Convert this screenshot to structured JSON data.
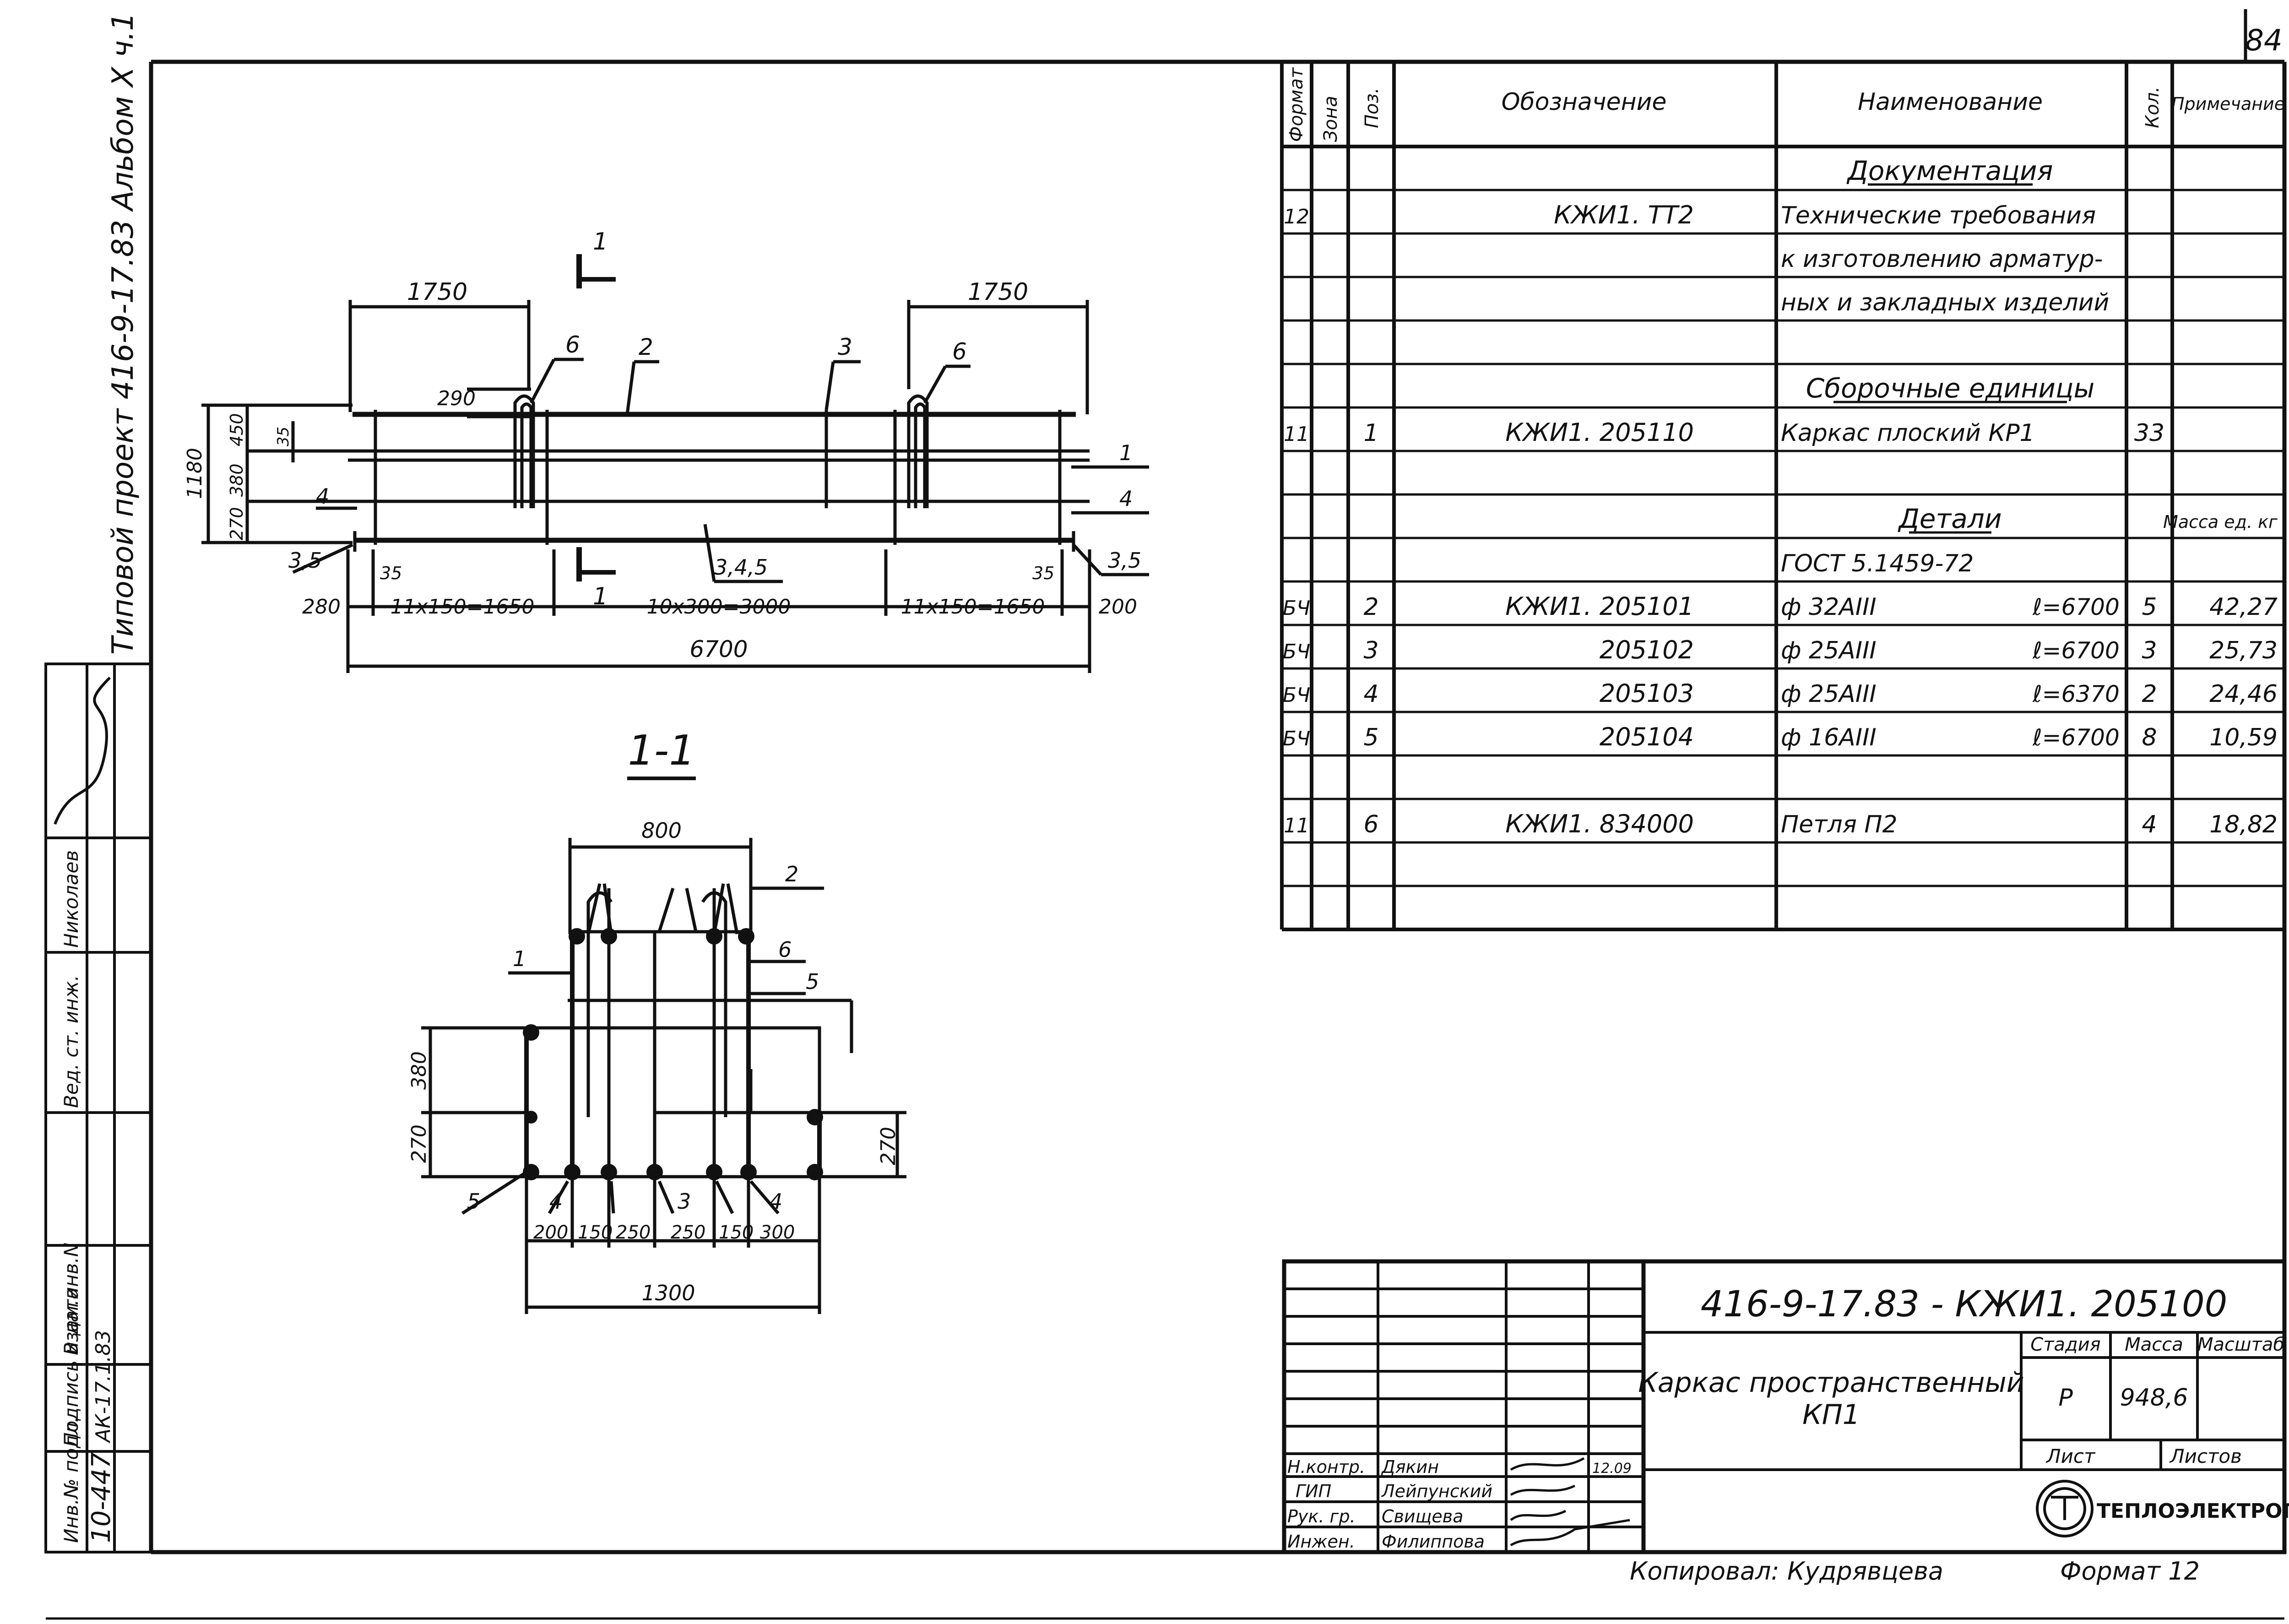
{
  "page_number": "84",
  "album_title": "Типовой проект 416-9-17.83 Альбом X ч.1",
  "side_stamp": {
    "labels": [
      "Инв.№ подл.",
      "Подпись и дата",
      "Взам.инв.N",
      "Вед. ст. инж.",
      "Николаев"
    ],
    "values": [
      "10-447",
      "АК-17.1.83"
    ]
  },
  "drawing": {
    "top_dims": [
      "1750",
      "1750"
    ],
    "section_mark": "1",
    "pos_leaders": [
      "6",
      "2",
      "3",
      "6"
    ],
    "dim_290": "290",
    "left_dims": [
      "1180",
      "270",
      "380",
      "450",
      "35"
    ],
    "right_labels": [
      "1",
      "4"
    ],
    "left_labels": [
      "4",
      "3,5"
    ],
    "bottom_label": "3,4,5",
    "right_bottom_label": "3,5",
    "small_35": [
      "35",
      "35"
    ],
    "bottom_dims": [
      "280",
      "11x150=1650",
      "10x300=3000",
      "11x150=1650",
      "200"
    ],
    "total_dim": "6700",
    "section_title": "1-1",
    "sec_top_dim": "800",
    "sec_labels": [
      "2",
      "1",
      "6",
      "5",
      "5",
      "4",
      "3",
      "4"
    ],
    "sec_left_dims": [
      "380",
      "270"
    ],
    "sec_right_dim": "270",
    "sec_bottom_dims": [
      "200",
      "150",
      "250",
      "250",
      "150",
      "300"
    ],
    "sec_total": "1300"
  },
  "spec": {
    "headers": [
      "Формат",
      "Зона",
      "Поз.",
      "Обозначение",
      "Наименование",
      "Кол.",
      "Примечание"
    ],
    "rows": [
      {
        "fmt": "",
        "zone": "",
        "pos": "",
        "designation": "",
        "name": "Документация",
        "qty": "",
        "note": ""
      },
      {
        "fmt": "12",
        "zone": "",
        "pos": "",
        "designation": "КЖИ1. ТТ2",
        "name": "Технические требования",
        "qty": "",
        "note": ""
      },
      {
        "fmt": "",
        "zone": "",
        "pos": "",
        "designation": "",
        "name": "к изготовлению арматур-",
        "qty": "",
        "note": ""
      },
      {
        "fmt": "",
        "zone": "",
        "pos": "",
        "designation": "",
        "name": "ных и закладных изделий",
        "qty": "",
        "note": ""
      },
      {
        "fmt": "",
        "zone": "",
        "pos": "",
        "designation": "",
        "name": "",
        "qty": "",
        "note": ""
      },
      {
        "fmt": "",
        "zone": "",
        "pos": "",
        "designation": "",
        "name": "Сборочные единицы",
        "qty": "",
        "note": ""
      },
      {
        "fmt": "11",
        "zone": "",
        "pos": "1",
        "designation": "КЖИ1. 205110",
        "name": "Каркас плоский КР1",
        "qty": "33",
        "note": ""
      },
      {
        "fmt": "",
        "zone": "",
        "pos": "",
        "designation": "",
        "name": "",
        "qty": "",
        "note": ""
      },
      {
        "fmt": "",
        "zone": "",
        "pos": "",
        "designation": "",
        "name": "Детали",
        "qty": "",
        "note": "Масса ед. кг"
      },
      {
        "fmt": "",
        "zone": "",
        "pos": "",
        "designation": "",
        "name": "ГОСТ 5.1459-72",
        "qty": "",
        "note": ""
      },
      {
        "fmt": "БЧ",
        "zone": "",
        "pos": "2",
        "designation": "КЖИ1. 205101",
        "name": "ф 32AIII",
        "len": "ℓ=6700",
        "qty": "5",
        "note": "42,27"
      },
      {
        "fmt": "БЧ",
        "zone": "",
        "pos": "3",
        "designation": "205102",
        "name": "ф 25AIII",
        "len": "ℓ=6700",
        "qty": "3",
        "note": "25,73"
      },
      {
        "fmt": "БЧ",
        "zone": "",
        "pos": "4",
        "designation": "205103",
        "name": "ф 25AIII",
        "len": "ℓ=6370",
        "qty": "2",
        "note": "24,46"
      },
      {
        "fmt": "БЧ",
        "zone": "",
        "pos": "5",
        "designation": "205104",
        "name": "ф 16AIII",
        "len": "ℓ=6700",
        "qty": "8",
        "note": "10,59"
      },
      {
        "fmt": "",
        "zone": "",
        "pos": "",
        "designation": "",
        "name": "",
        "qty": "",
        "note": ""
      },
      {
        "fmt": "11",
        "zone": "",
        "pos": "6",
        "designation": "КЖИ1. 834000",
        "name": "Петля П2",
        "qty": "4",
        "note": "18,82"
      },
      {
        "fmt": "",
        "zone": "",
        "pos": "",
        "designation": "",
        "name": "",
        "qty": "",
        "note": ""
      },
      {
        "fmt": "",
        "zone": "",
        "pos": "",
        "designation": "",
        "name": "",
        "qty": "",
        "note": ""
      }
    ]
  },
  "title_block": {
    "code": "416-9-17.83 - КЖИ1. 205100",
    "name_line1": "Каркас пространственный",
    "name_line2": "КП1",
    "stage_label": "Стадия",
    "mass_label": "Масса",
    "scale_label": "Масштаб",
    "stage": "Р",
    "mass": "948,6",
    "sheet_label": "Лист",
    "sheets_label": "Листов",
    "org": "ТЕПЛОЭЛЕКТРОПРОЕКТ",
    "signers": [
      {
        "role": "Н.контр.",
        "name": "Дякин",
        "date": "12.09"
      },
      {
        "role": "ГИП",
        "name": "Лейпунский",
        "date": ""
      },
      {
        "role": "Рук. гр.",
        "name": "Свищева",
        "date": ""
      },
      {
        "role": "Инжен.",
        "name": "Филиппова",
        "date": ""
      }
    ],
    "copied": "Копировал: Кудрявцева",
    "format": "Формат 12"
  },
  "colors": {
    "ink": "#111111",
    "paper": "#ffffff"
  }
}
